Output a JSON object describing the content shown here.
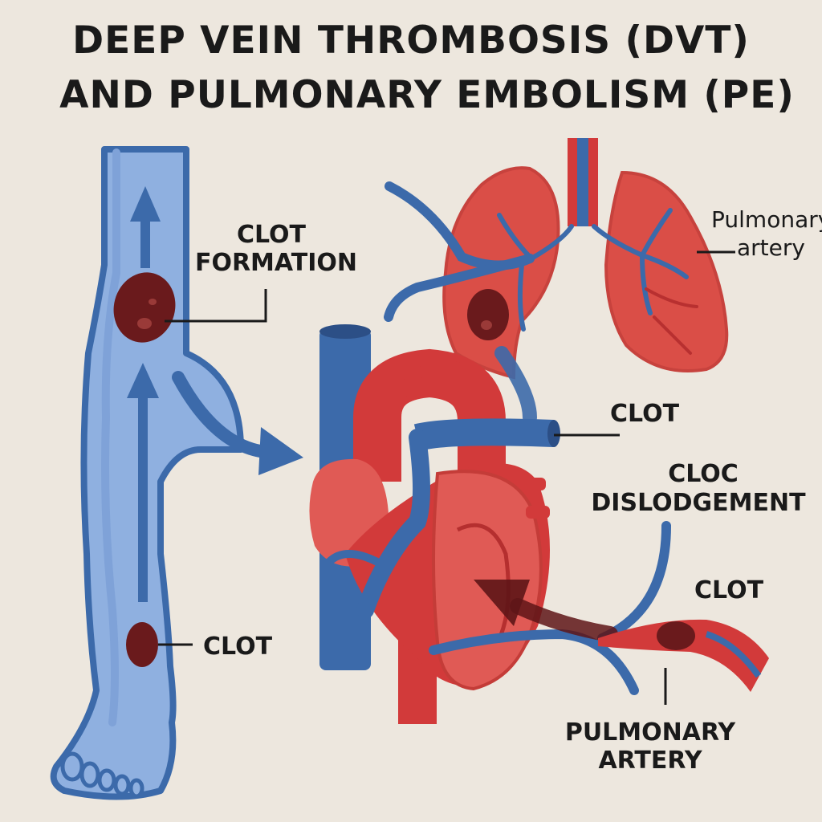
{
  "title": {
    "line1": "DEEP VEIN THROMBOSIS (DVT)",
    "line2": "AND PULMONARY EMBOLISM (PE)"
  },
  "labels": {
    "clot_formation": {
      "line1": "CLOT",
      "line2": "FORMATION"
    },
    "leg_clot": "CLOT",
    "lung_artery": {
      "line1": "Pulmonary",
      "line2": "artery"
    },
    "heart_clot": "CLOT",
    "dislodgement": {
      "line1": "CLOC",
      "line2": "DISLODGEMENT"
    },
    "artery_clot": "CLOT",
    "pulmonary_artery": {
      "line1": "PULMONARY",
      "line2": "ARTERY"
    }
  },
  "colors": {
    "background": "#ede7de",
    "vein_blue": "#3c6aaa",
    "vein_light": "#8fb0e0",
    "artery_red": "#d23a3a",
    "heart_light": "#e05a55",
    "lung_red": "#d9463f",
    "clot_dark": "#6a1a1c"
  }
}
